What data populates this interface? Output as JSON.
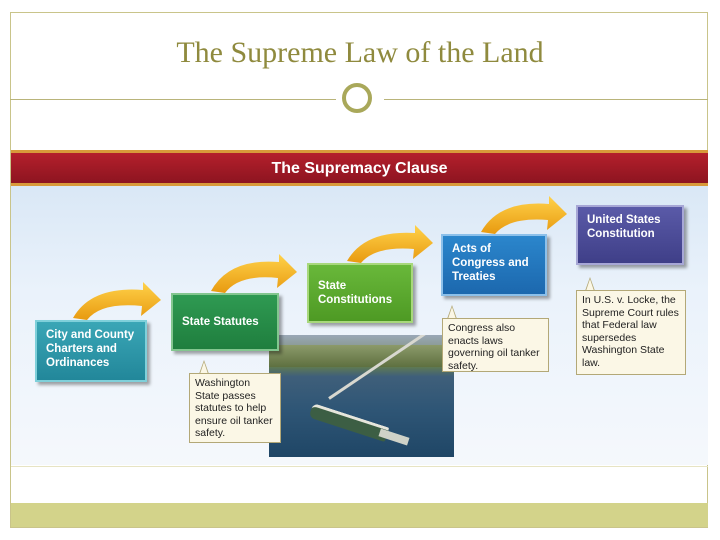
{
  "slide": {
    "title": "The Supreme Law of the Land"
  },
  "diagram": {
    "banner": "The Supremacy Clause",
    "steps": [
      {
        "label": "City and County Charters and Ordinances",
        "color": "#2a97a8"
      },
      {
        "label": "State Statutes",
        "color": "#26894a"
      },
      {
        "label": "State Constitutions",
        "color": "#5aa82e"
      },
      {
        "label": "Acts of Congress and Treaties",
        "color": "#2277c0"
      },
      {
        "label": "United States Constitution",
        "color": "#4b4b98"
      }
    ],
    "notes": [
      {
        "text": "Washington State passes statutes to help ensure oil tanker safety."
      },
      {
        "text": "Congress also enacts laws governing oil tanker safety."
      },
      {
        "text": "In U.S. v. Locke, the Supreme Court rules that Federal law supersedes Washington State law."
      }
    ],
    "arrow_color": "#f2b51c"
  }
}
